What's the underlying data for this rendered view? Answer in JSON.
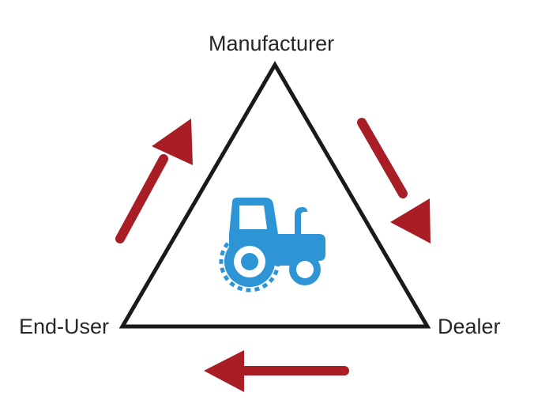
{
  "nodes": {
    "top": "Manufacturer",
    "bottom_left": "End-User",
    "bottom_right": "Dealer"
  },
  "center_icon": "tractor-icon",
  "colors": {
    "arrow": "#a81e24",
    "triangle": "#1a1a1a",
    "tractor": "#2d94d6"
  }
}
